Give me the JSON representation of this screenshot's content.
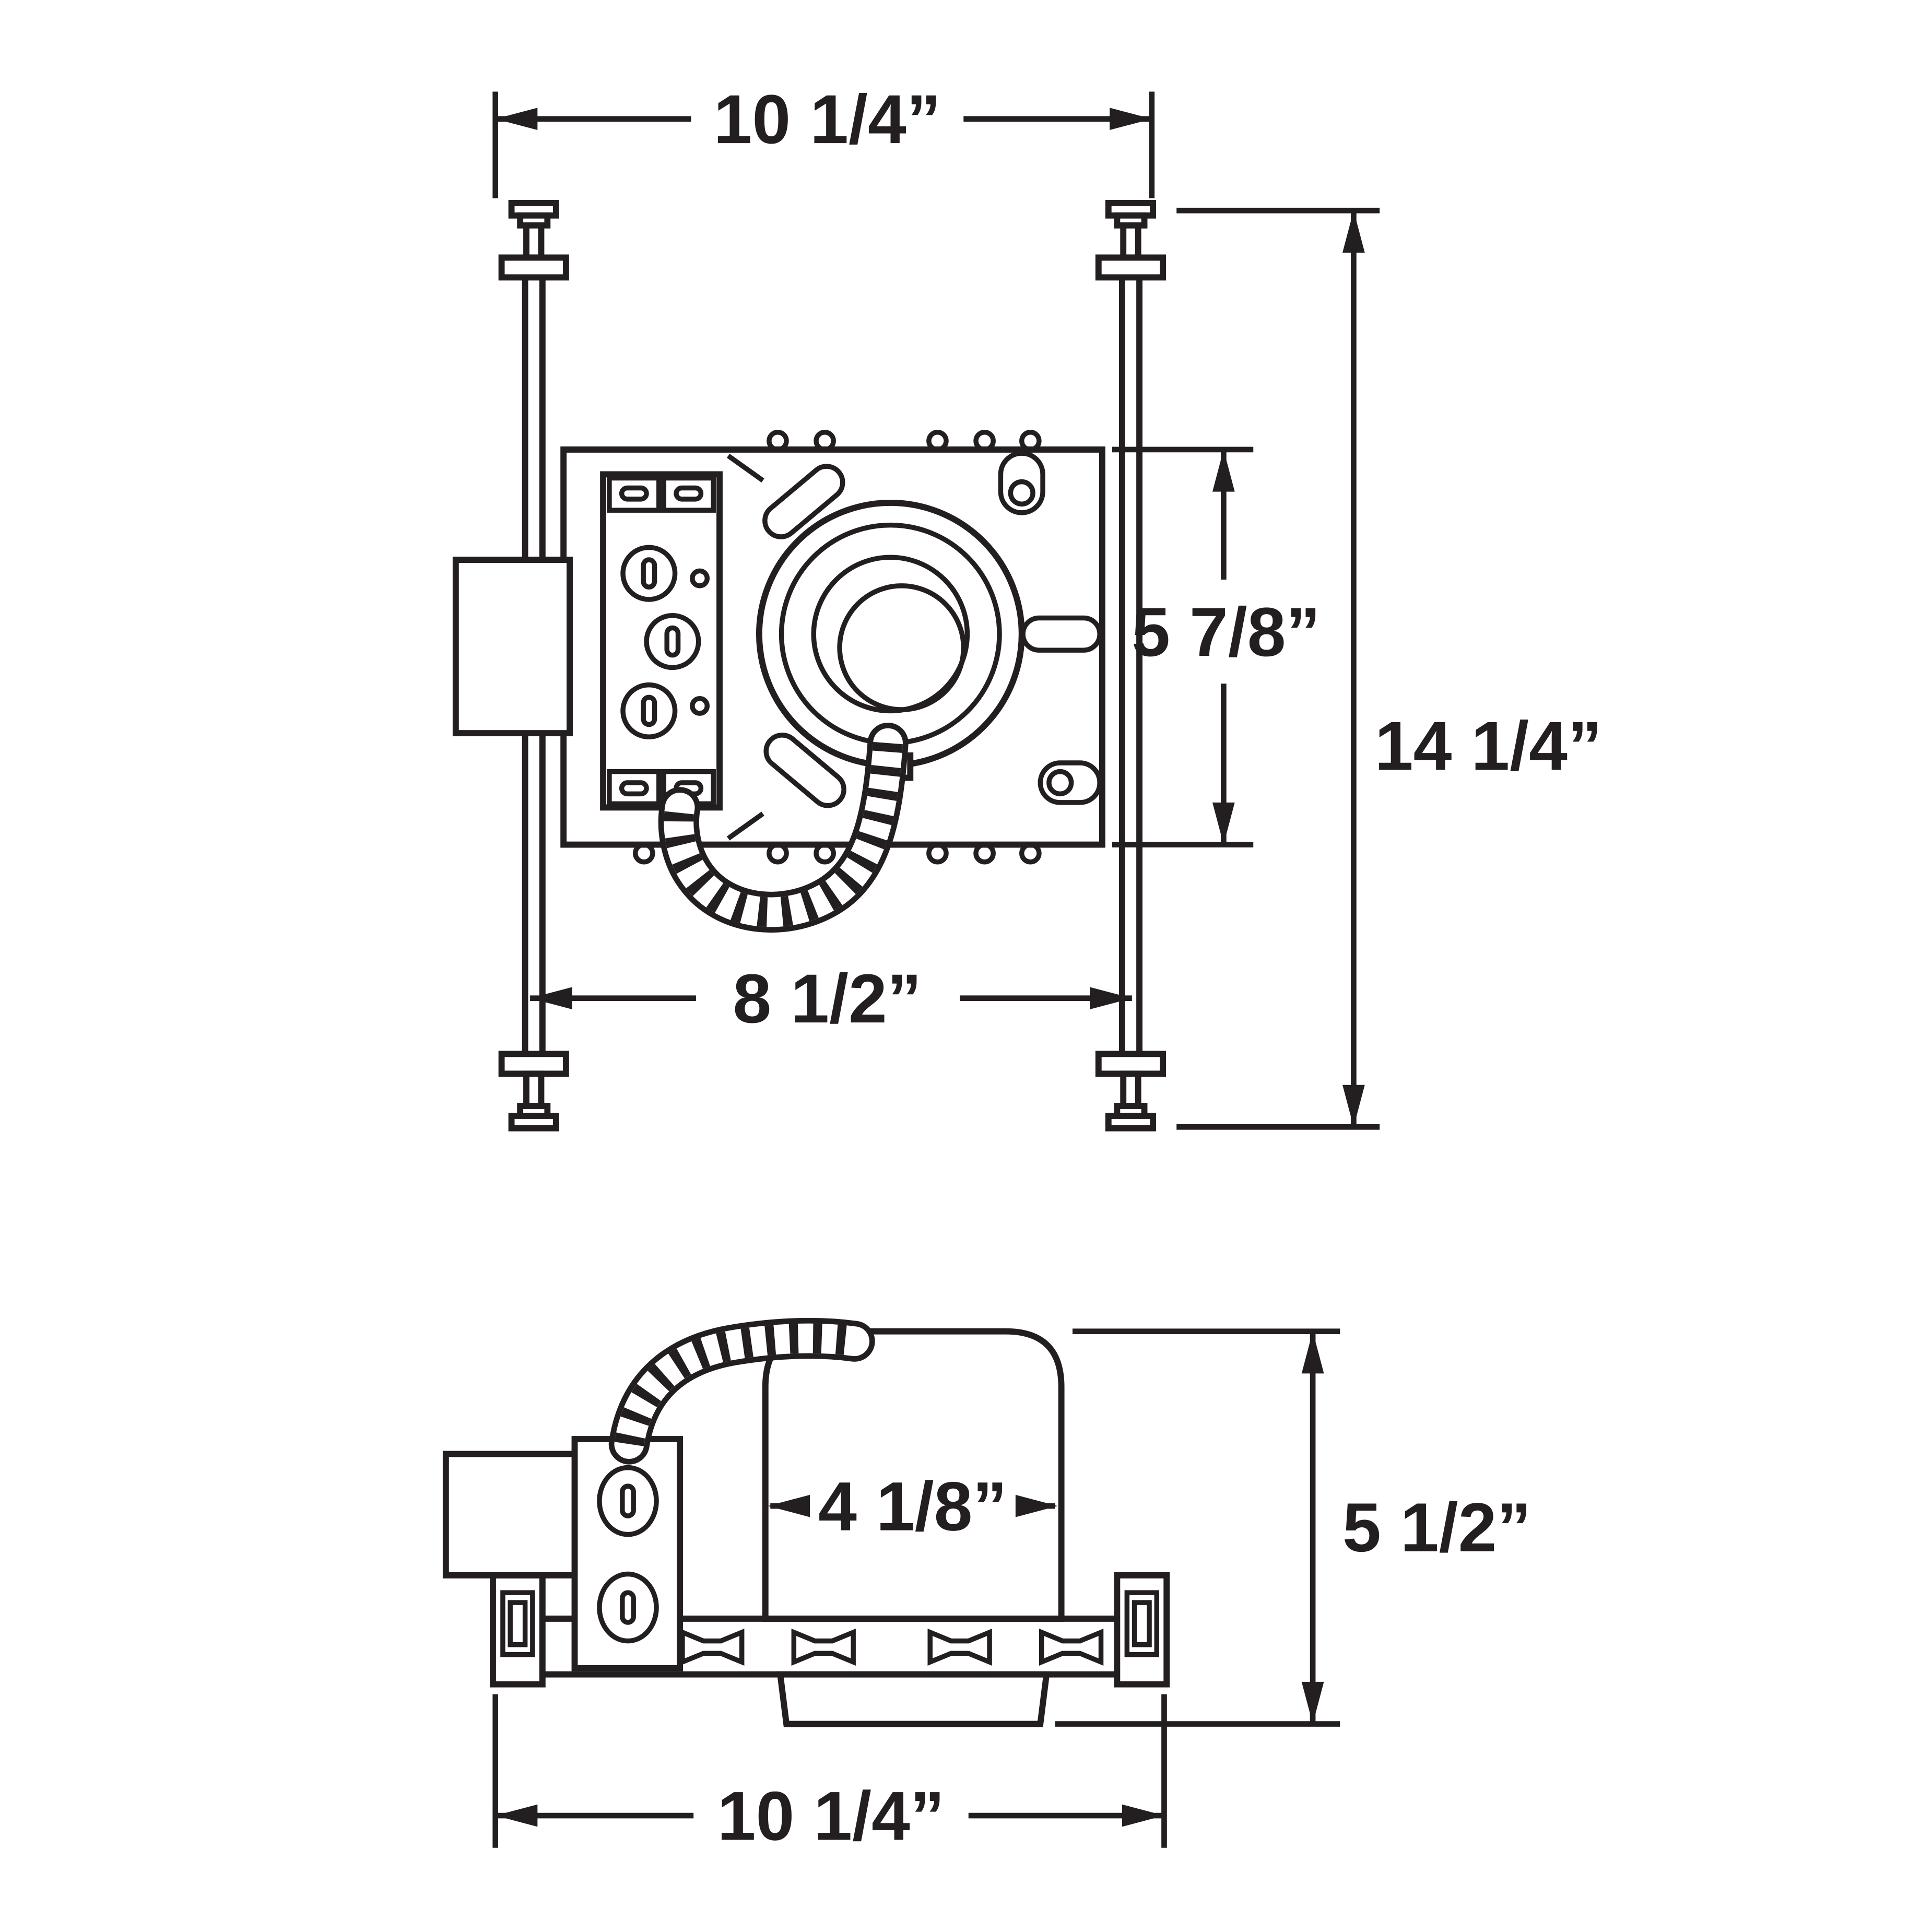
{
  "drawing": {
    "line_color": "#231f20",
    "top_view": {
      "overall_width": "10 1/4”",
      "housing_depth": "5 7/8”",
      "overall_length": "14 1/4”",
      "frame_width": "8 1/2”"
    },
    "side_view": {
      "can_width": "4 1/8”",
      "height": "5 1/2”",
      "overall_width": "10 1/4”"
    }
  }
}
